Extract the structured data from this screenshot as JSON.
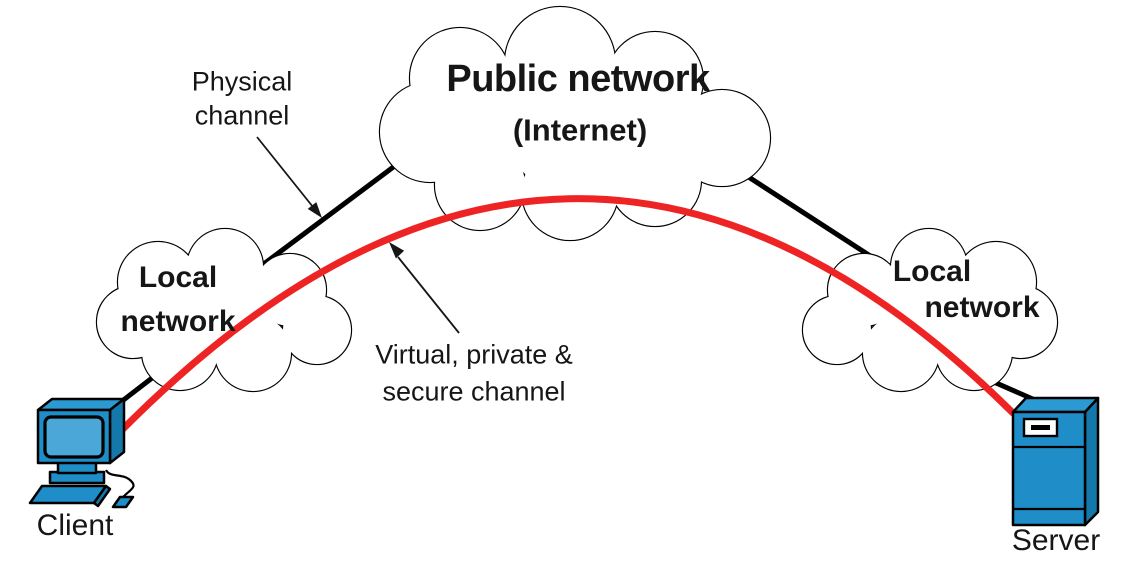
{
  "clouds": {
    "public": {
      "title": "Public network",
      "subtitle": "(Internet)"
    },
    "local_left": {
      "line1": "Local",
      "line2": "network"
    },
    "local_right": {
      "line1": "Local",
      "line2": "network"
    }
  },
  "labels": {
    "physical_channel": {
      "line1": "Physical",
      "line2": "channel"
    },
    "virtual_channel": {
      "line1": "Virtual, private &",
      "line2": "secure channel"
    },
    "client": "Client",
    "server": "Server"
  },
  "colors": {
    "background": "#ffffff",
    "channel_red": "#ee2424",
    "channel_black": "#000000",
    "device_blue": "#1e8dc8",
    "device_blue_light": "#4ba7d7",
    "device_blue_dark": "#1578ab",
    "device_blue_top": "#2c9ad2"
  }
}
